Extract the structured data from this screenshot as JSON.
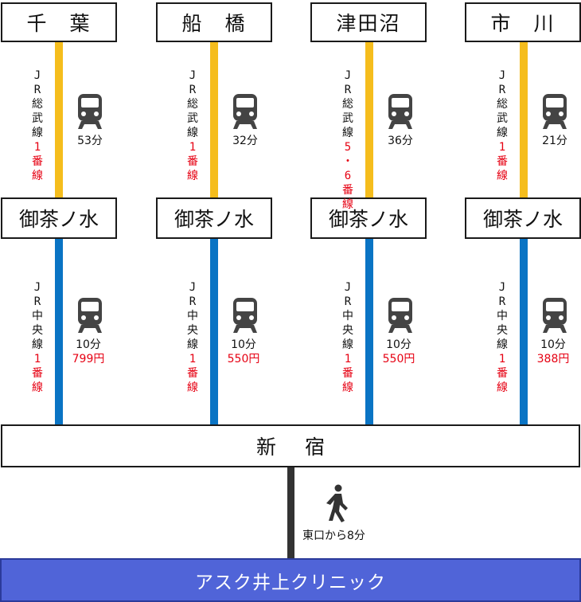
{
  "columns": [
    {
      "origin": "千　葉",
      "line1": [
        "J",
        "R",
        "総",
        "武",
        "線"
      ],
      "line1_track": [
        "1",
        "番",
        "線"
      ],
      "time1": "53分",
      "transfer": "御茶ノ水",
      "line2": [
        "J",
        "R",
        "中",
        "央",
        "線"
      ],
      "line2_track": [
        "1",
        "番",
        "線"
      ],
      "time2": "10分",
      "price": "799円"
    },
    {
      "origin": "船　橋",
      "line1": [
        "J",
        "R",
        "総",
        "武",
        "線"
      ],
      "line1_track": [
        "1",
        "番",
        "線"
      ],
      "time1": "32分",
      "transfer": "御茶ノ水",
      "line2": [
        "J",
        "R",
        "中",
        "央",
        "線"
      ],
      "line2_track": [
        "1",
        "番",
        "線"
      ],
      "time2": "10分",
      "price": "550円"
    },
    {
      "origin": "津田沼",
      "line1": [
        "J",
        "R",
        "総",
        "武",
        "線"
      ],
      "line1_track": [
        "5",
        "・",
        "6",
        "番",
        "線"
      ],
      "time1": "36分",
      "transfer": "御茶ノ水",
      "line2": [
        "J",
        "R",
        "中",
        "央",
        "線"
      ],
      "line2_track": [
        "1",
        "番",
        "線"
      ],
      "time2": "10分",
      "price": "550円"
    },
    {
      "origin": "市　川",
      "line1": [
        "J",
        "R",
        "総",
        "武",
        "線"
      ],
      "line1_track": [
        "1",
        "番",
        "線"
      ],
      "time1": "21分",
      "transfer": "御茶ノ水",
      "line2": [
        "J",
        "R",
        "中",
        "央",
        "線"
      ],
      "line2_track": [
        "1",
        "番",
        "線"
      ],
      "time2": "10分",
      "price": "388円"
    }
  ],
  "destination_station": "新宿",
  "walk_text": "東口から8分",
  "clinic": "アスク井上クリニック",
  "colors": {
    "sobu_line": "#f5bd1d",
    "chuo_line": "#0a74c4",
    "clinic_bg": "#5064d8",
    "accent_red": "#e60012"
  },
  "icons": [
    "train-icon",
    "walking-person-icon"
  ]
}
